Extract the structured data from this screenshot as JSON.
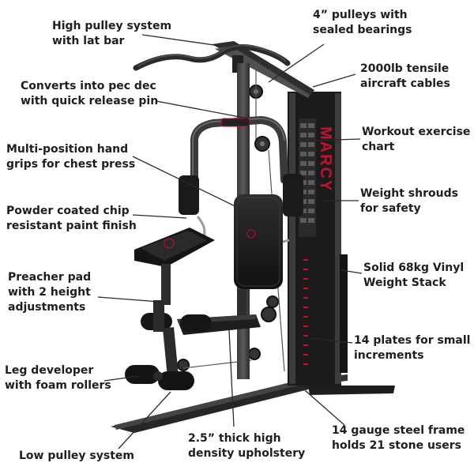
{
  "photo": {
    "subject": "home-gym-machine",
    "brand_label": "MARCY",
    "colors": {
      "frame": "#2b2b2b",
      "frame_highlight": "#5a5a5a",
      "upholstery": "#1a1a1a",
      "accent": "#c8102e",
      "background": "#ffffff",
      "text": "#1e1e1e",
      "leader_line": "#2a2a2a"
    }
  },
  "callouts": [
    {
      "id": "high-pulley",
      "lines": [
        "High pulley system",
        "with lat bar"
      ]
    },
    {
      "id": "pulleys",
      "lines": [
        "4” pulleys with",
        "sealed bearings"
      ]
    },
    {
      "id": "cables",
      "lines": [
        "2000lb tensile",
        "aircraft cables"
      ]
    },
    {
      "id": "pec-dec",
      "lines": [
        "Converts into pec dec",
        "with quick release pin"
      ]
    },
    {
      "id": "exercise-chart",
      "lines": [
        "Workout exercise",
        "chart"
      ]
    },
    {
      "id": "hand-grips",
      "lines": [
        "Multi-position hand",
        "grips for chest press"
      ]
    },
    {
      "id": "shrouds",
      "lines": [
        "Weight shrouds",
        "for safety"
      ]
    },
    {
      "id": "paint",
      "lines": [
        "Powder coated chip",
        "resistant paint finish"
      ]
    },
    {
      "id": "weight-stack",
      "lines": [
        "Solid 68kg Vinyl",
        "Weight Stack"
      ]
    },
    {
      "id": "preacher",
      "lines": [
        "Preacher pad",
        "with 2 height",
        "adjustments"
      ]
    },
    {
      "id": "plates",
      "lines": [
        "14 plates for small",
        "increments"
      ]
    },
    {
      "id": "leg-developer",
      "lines": [
        "Leg developer",
        "with foam rollers"
      ]
    },
    {
      "id": "frame",
      "lines": [
        "14 gauge steel frame",
        "holds 21 stone users"
      ]
    },
    {
      "id": "upholstery",
      "lines": [
        "2.5” thick high",
        "density upholstery"
      ]
    },
    {
      "id": "low-pulley",
      "lines": [
        "Low pulley system"
      ]
    }
  ]
}
